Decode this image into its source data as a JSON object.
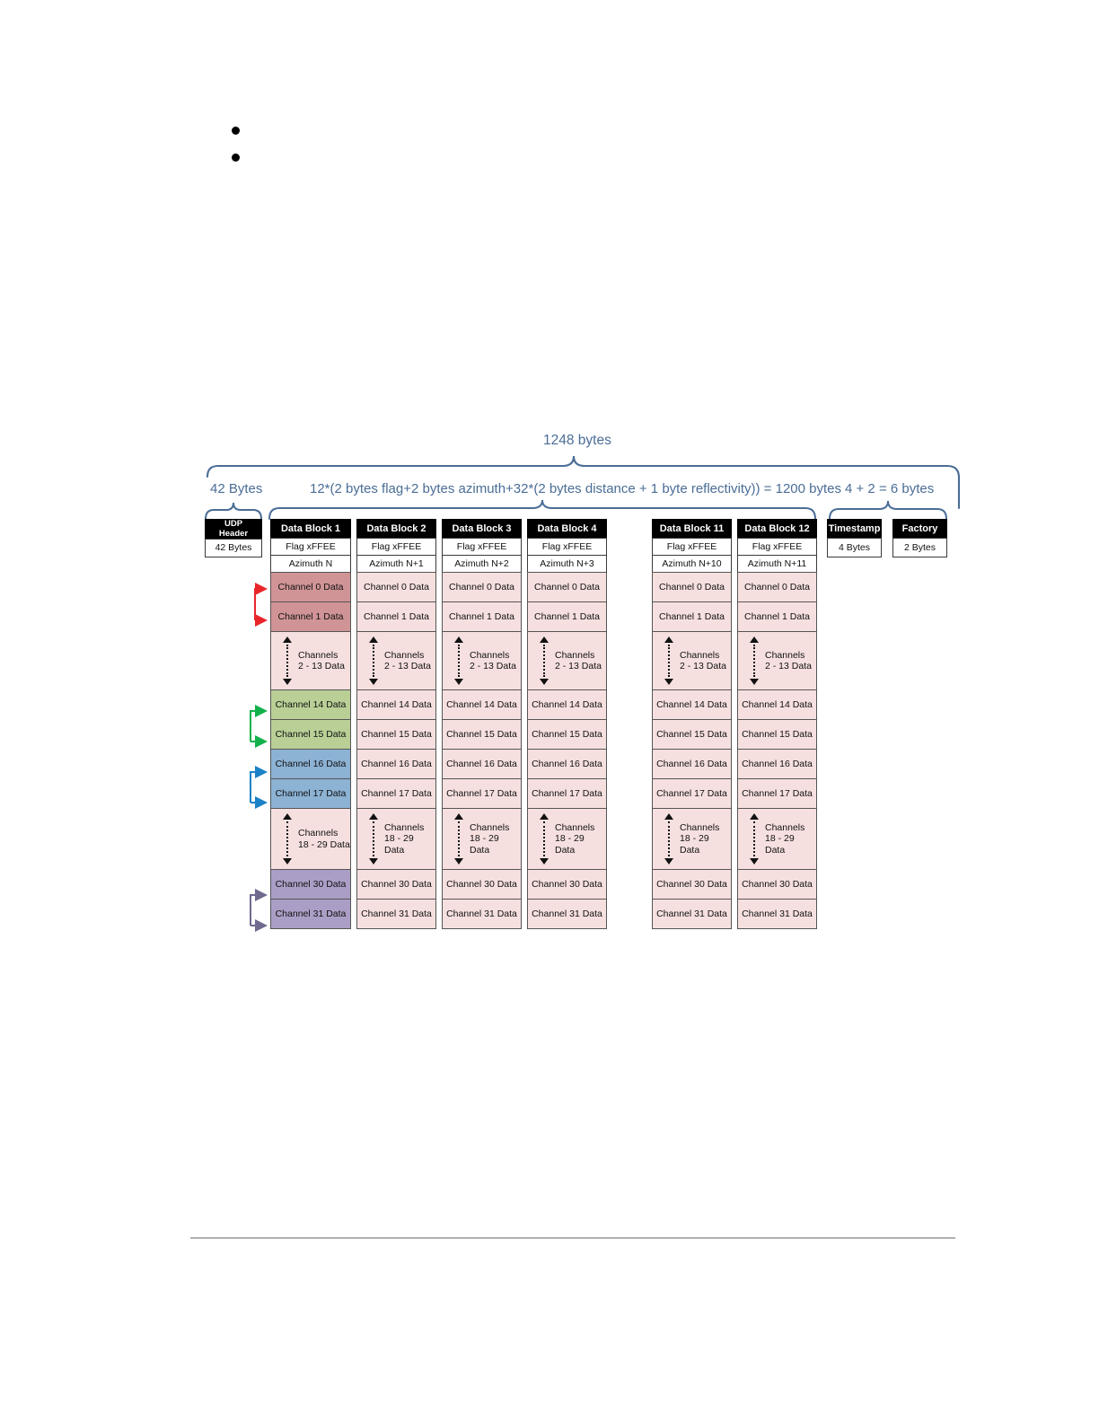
{
  "page": {
    "bullets": [
      "",
      ""
    ],
    "rule": true
  },
  "braces": {
    "total": "1248 bytes",
    "header": "42 Bytes",
    "payload": "12*(2 bytes flag+2 bytes azimuth+32*(2 bytes distance + 1 byte reflectivity)) = 1200 bytes",
    "tail": "4 + 2 = 6  bytes"
  },
  "colors": {
    "brace": "#4a6d96",
    "header_bg": "#000000",
    "header_fg": "#ffffff",
    "channel_red": "#d09496",
    "channel_pink": "#f6e0df",
    "channel_green": "#b9cf96",
    "channel_blue": "#8cb2d4",
    "channel_purple": "#ab9ec6",
    "arrow_red": "#e8262a",
    "arrow_green": "#12b14b",
    "arrow_blue": "#1b81c6",
    "arrow_purple": "#6f6a8e",
    "rule": "#b0b0b0"
  },
  "udp_header": {
    "title_line1": "UDP",
    "title_line2": "Header",
    "size": "42 Bytes"
  },
  "tail_blocks": [
    {
      "title": "Timestamp",
      "size": "4 Bytes"
    },
    {
      "title": "Factory",
      "size": "2 Bytes"
    }
  ],
  "row_labels": {
    "flag": "Flag xFFEE",
    "ch0": "Channel 0 Data",
    "ch1": "Channel 1 Data",
    "ellip_a_line1": "Channels",
    "ellip_a_line2": "2 - 13 Data",
    "ch14": "Channel 14 Data",
    "ch15": "Channel 15 Data",
    "ch16": "Channel 16 Data",
    "ch17": "Channel 17 Data",
    "ellip_b_line1": "Channels",
    "ellip_b_line2": "18 - 29 Data",
    "ch30": "Channel 30 Data",
    "ch31": "Channel 31 Data"
  },
  "data_blocks": [
    {
      "title": "Data Block 1",
      "azimuth": "Azimuth N",
      "colored": true
    },
    {
      "title": "Data Block 2",
      "azimuth": "Azimuth N+1",
      "colored": false
    },
    {
      "title": "Data Block 3",
      "azimuth": "Azimuth N+2",
      "colored": false
    },
    {
      "title": "Data Block 4",
      "azimuth": "Azimuth N+3",
      "colored": false
    },
    {
      "title": "Data Block 11",
      "azimuth": "Azimuth N+10",
      "colored": false
    },
    {
      "title": "Data Block 12",
      "azimuth": "Azimuth N+11",
      "colored": false
    }
  ],
  "connectors": [
    {
      "name": "red",
      "targets": [
        "Channel 0 Data",
        "Channel 1 Data"
      ]
    },
    {
      "name": "green",
      "targets": [
        "Channel 14 Data",
        "Channel 15 Data"
      ]
    },
    {
      "name": "blue",
      "targets": [
        "Channel 16 Data",
        "Channel 17 Data"
      ]
    },
    {
      "name": "purple",
      "targets": [
        "Channel 30 Data",
        "Channel 31 Data"
      ]
    }
  ]
}
